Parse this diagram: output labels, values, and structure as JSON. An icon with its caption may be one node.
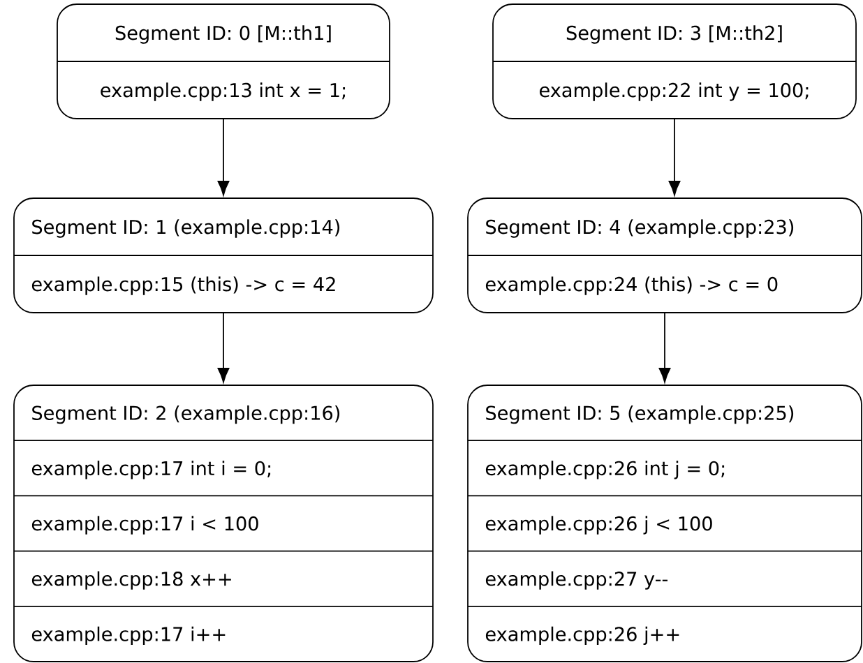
{
  "diagram": {
    "nodes": [
      {
        "text": [
          "Segment ID: 0 [M::th1]",
          "example.cpp:13 int x = 1;"
        ]
      },
      {
        "text": [
          "Segment ID: 1 (example.cpp:14)",
          "example.cpp:15 (this) -> c = 42"
        ]
      },
      {
        "text": [
          "Segment ID: 2 (example.cpp:16)",
          "example.cpp:17 int i = 0;",
          "example.cpp:17 i < 100",
          "example.cpp:18 x++",
          "example.cpp:17 i++"
        ]
      },
      {
        "text": [
          "Segment ID: 3 [M::th2]",
          "example.cpp:22 int y = 100;"
        ]
      },
      {
        "text": [
          "Segment ID: 4 (example.cpp:23)",
          "example.cpp:24 (this) -> c = 0"
        ]
      },
      {
        "text": [
          "Segment ID: 5 (example.cpp:25)",
          "example.cpp:26 int j = 0;",
          "example.cpp:26 j < 100",
          "example.cpp:27 y--",
          "example.cpp:26 j++"
        ]
      }
    ],
    "edges": [
      {
        "from": 0,
        "to": 1,
        "arrow": "to"
      },
      {
        "from": 1,
        "to": 2,
        "arrow": "to"
      },
      {
        "from": 3,
        "to": 4,
        "arrow": "to"
      },
      {
        "from": 4,
        "to": 5,
        "arrow": "to"
      }
    ]
  }
}
